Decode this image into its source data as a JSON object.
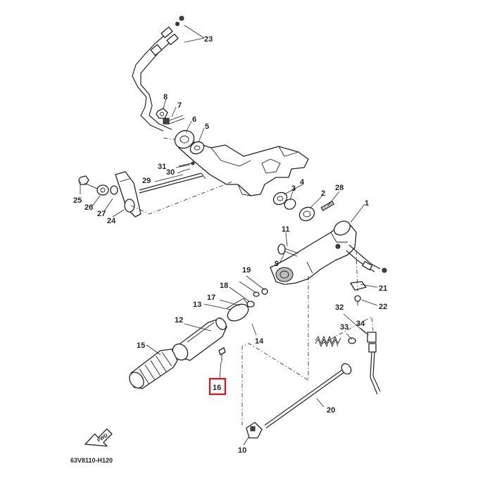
{
  "diagram": {
    "code": "63V8110-H120",
    "fwd_label": "FWD",
    "highlight_color": "#e0101d",
    "highlighted_part": "16",
    "callouts": [
      {
        "id": "c1",
        "label": "1"
      },
      {
        "id": "c2",
        "label": "2"
      },
      {
        "id": "c3",
        "label": "3"
      },
      {
        "id": "c4",
        "label": "4"
      },
      {
        "id": "c5",
        "label": "5"
      },
      {
        "id": "c6",
        "label": "6"
      },
      {
        "id": "c7",
        "label": "7"
      },
      {
        "id": "c8",
        "label": "8"
      },
      {
        "id": "c9",
        "label": "9"
      },
      {
        "id": "c10",
        "label": "10"
      },
      {
        "id": "c11",
        "label": "11"
      },
      {
        "id": "c12",
        "label": "12"
      },
      {
        "id": "c13",
        "label": "13"
      },
      {
        "id": "c14",
        "label": "14"
      },
      {
        "id": "c15",
        "label": "15"
      },
      {
        "id": "c16",
        "label": "16"
      },
      {
        "id": "c17",
        "label": "17"
      },
      {
        "id": "c18",
        "label": "18"
      },
      {
        "id": "c19",
        "label": "19"
      },
      {
        "id": "c20",
        "label": "20"
      },
      {
        "id": "c21",
        "label": "21"
      },
      {
        "id": "c22",
        "label": "22"
      },
      {
        "id": "c23",
        "label": "23"
      },
      {
        "id": "c24",
        "label": "24"
      },
      {
        "id": "c25",
        "label": "25"
      },
      {
        "id": "c26",
        "label": "26"
      },
      {
        "id": "c27",
        "label": "27"
      },
      {
        "id": "c28",
        "label": "28"
      },
      {
        "id": "c29",
        "label": "29"
      },
      {
        "id": "c30",
        "label": "30"
      },
      {
        "id": "c31",
        "label": "31"
      },
      {
        "id": "c32",
        "label": "32"
      },
      {
        "id": "c33",
        "label": "33"
      },
      {
        "id": "c34",
        "label": "34"
      }
    ]
  }
}
